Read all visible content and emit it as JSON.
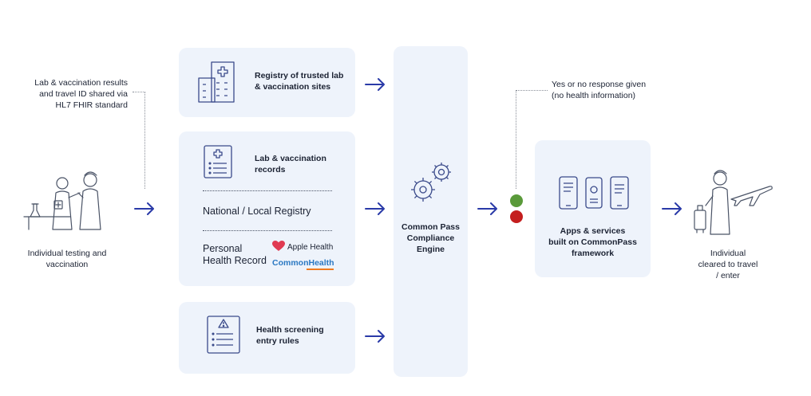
{
  "left": {
    "note_line1": "Lab & vaccination results",
    "note_line2": "and travel ID shared via",
    "note_line3": "HL7 FHIR standard",
    "caption_line1": "Individual testing and",
    "caption_line2": "vaccination"
  },
  "registry_box": {
    "line1": "Registry of trusted lab",
    "line2": "& vaccination sites"
  },
  "records_box": {
    "title_line1": "Lab & vaccination",
    "title_line2": "records",
    "national": "National / Local  Registry",
    "phr_line1": "Personal",
    "phr_line2": "Health Record",
    "apple_health": "Apple Health",
    "common_health": "CommonHealth"
  },
  "screening_box": {
    "line1": "Health screening",
    "line2": "entry rules"
  },
  "engine": {
    "line1": "Common Pass",
    "line2": "Compliance",
    "line3": "Engine"
  },
  "response": {
    "line1": "Yes or no response given",
    "line2": "(no health information)"
  },
  "apps_box": {
    "line1": "Apps & services",
    "line2": "built on CommonPass",
    "line3": "framework"
  },
  "right": {
    "caption_line1": "Individual",
    "caption_line2": "cleared to travel",
    "caption_line3": "/ enter"
  },
  "colors": {
    "box_bg": "#eef3fb",
    "arrow": "#2a3aa8",
    "green": "#5a9a3a",
    "red": "#c41e1e",
    "apple_heart": "#e03a52",
    "common_health_blue": "#2a78c2",
    "common_health_orange": "#f07a1e"
  }
}
